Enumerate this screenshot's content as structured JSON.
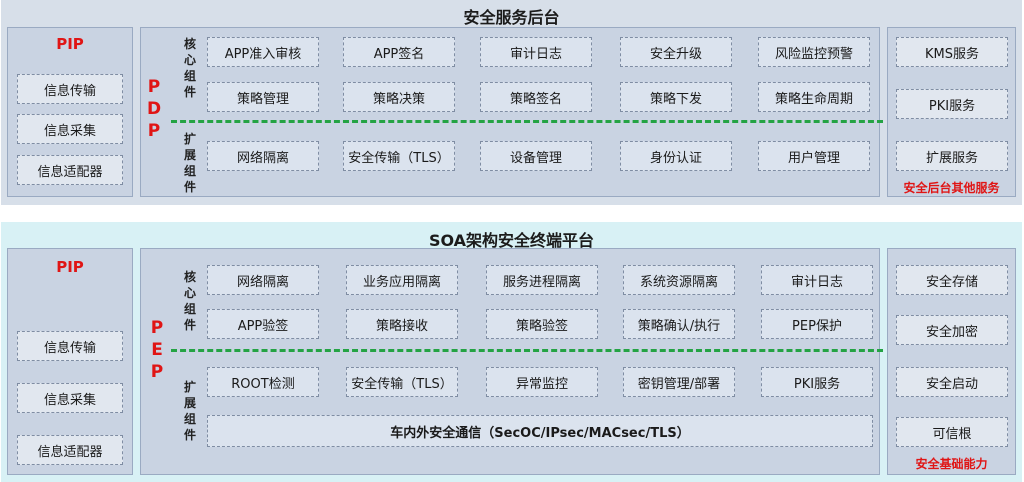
{
  "top": {
    "title": "安全服务后台",
    "pip": {
      "label": "PIP",
      "items": [
        "信息传输",
        "信息采集",
        "信息适配器"
      ]
    },
    "pdp": {
      "side_label": [
        "P",
        "D",
        "P"
      ],
      "core_label": [
        "核",
        "心",
        "组",
        "件"
      ],
      "ext_label": [
        "扩",
        "展",
        "组",
        "件"
      ],
      "core_row1": [
        "APP准入审核",
        "APP签名",
        "审计日志",
        "安全升级",
        "风险监控预警"
      ],
      "core_row2": [
        "策略管理",
        "策略决策",
        "策略签名",
        "策略下发",
        "策略生命周期"
      ],
      "ext_row": [
        "网络隔离",
        "安全传输（TLS）",
        "设备管理",
        "身份认证",
        "用户管理"
      ]
    },
    "other": {
      "items": [
        "KMS服务",
        "PKI服务",
        "扩展服务"
      ],
      "caption": "安全后台其他服务"
    }
  },
  "bottom": {
    "title": "SOA架构安全终端平台",
    "pip": {
      "label": "PIP",
      "items": [
        "信息传输",
        "信息采集",
        "信息适配器"
      ]
    },
    "pep": {
      "side_label": [
        "P",
        "E",
        "P"
      ],
      "core_label": [
        "核",
        "心",
        "组",
        "件"
      ],
      "ext_label": [
        "扩",
        "展",
        "组",
        "件"
      ],
      "core_row1": [
        "网络隔离",
        "业务应用隔离",
        "服务进程隔离",
        "系统资源隔离",
        "审计日志"
      ],
      "core_row2": [
        "APP验签",
        "策略接收",
        "策略验签",
        "策略确认/执行",
        "PEP保护"
      ],
      "ext_row": [
        "ROOT检测",
        "安全传输（TLS）",
        "异常监控",
        "密钥管理/部署",
        "PKI服务"
      ],
      "comm_bar": "车内外安全通信（SecOC/IPsec/MACsec/TLS）"
    },
    "base": {
      "items": [
        "安全存储",
        "安全加密",
        "安全启动",
        "可信根"
      ],
      "caption": "安全基础能力"
    }
  }
}
